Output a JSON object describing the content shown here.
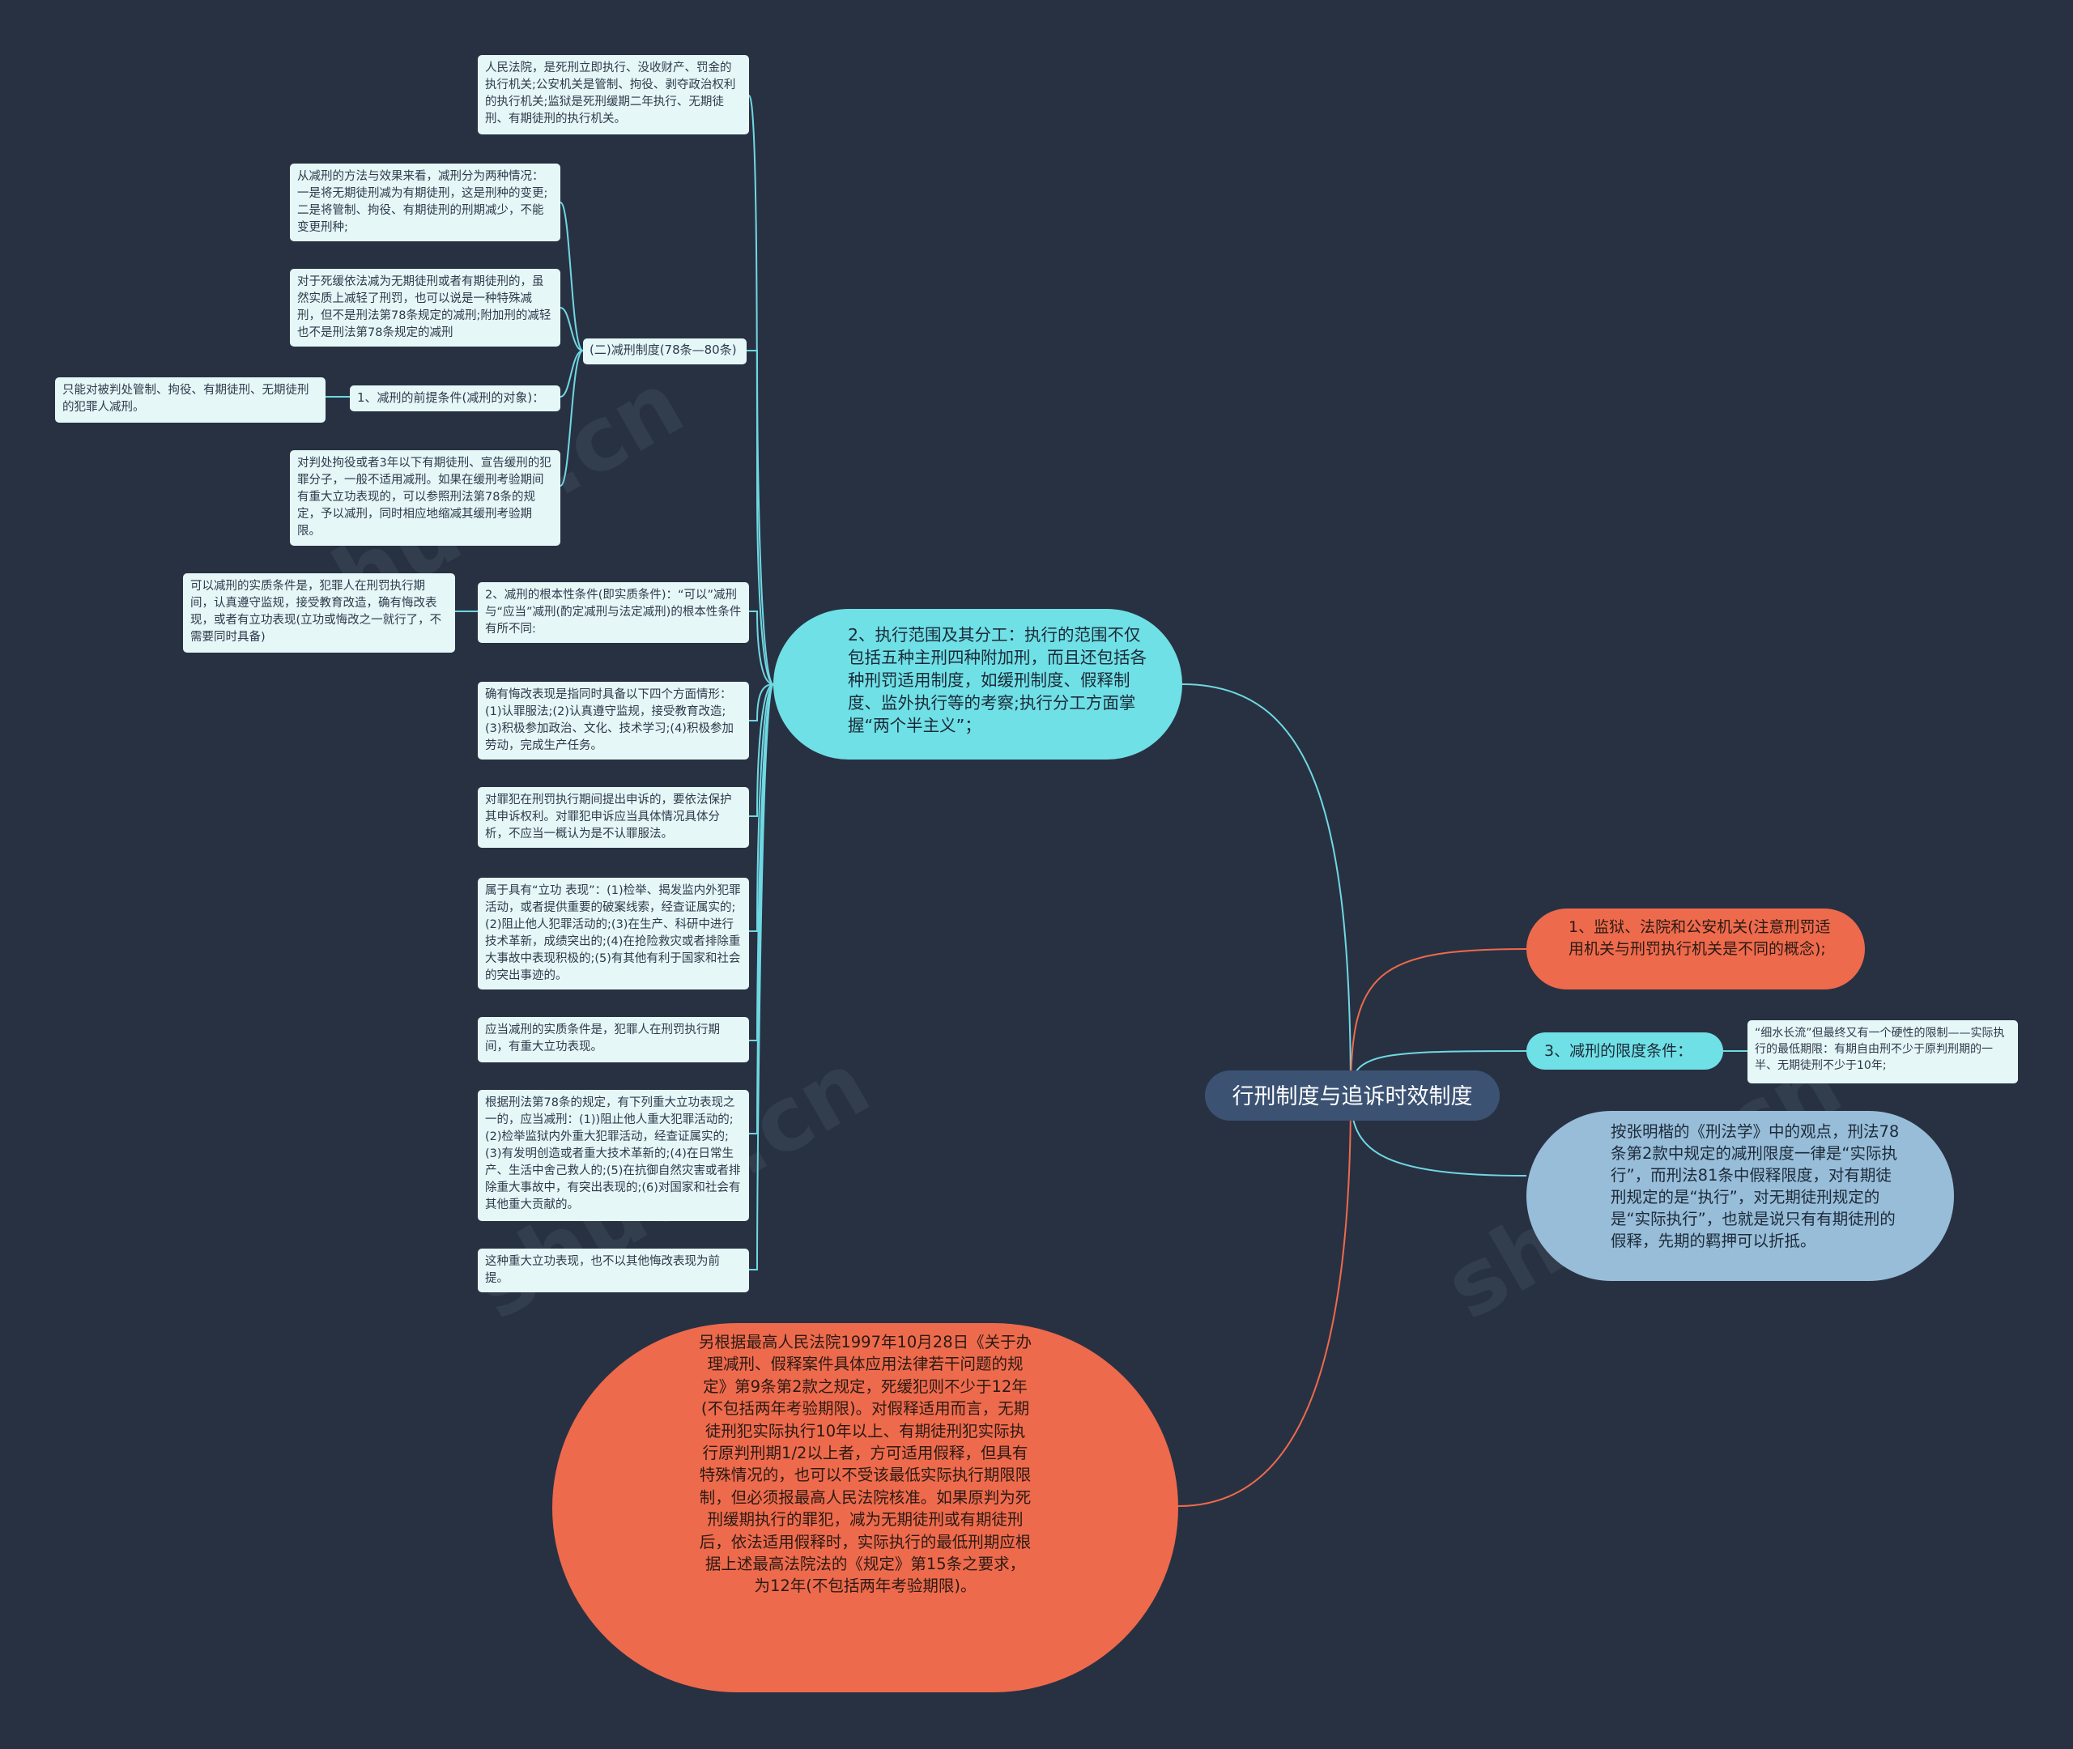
{
  "root": {
    "label": "行刑制度与追诉时效制度"
  },
  "colors": {
    "background": "#283142",
    "root": "#3b5273",
    "cyan": "#6fe0e6",
    "orange": "#ee6a4c",
    "steel_blue": "#98bdd9",
    "leaf": "#e6f7f8",
    "cyan_line": "#6fd8e2",
    "orange_line": "#ee6a4c"
  },
  "left_branch": {
    "label": "2、执行范围及其分工：执行的范围不仅包括五种主刑四种附加刑，而且还包括各种刑罚适用制度，如缓刑制度、假释制度、监外执行等的考察;执行分工方面掌握“两个半主义”；",
    "n_organs": "人民法院，是死刑立即执行、没收财产、罚金的执行机关;公安机关是管制、拘役、剥夺政治权利的执行机关;监狱是死刑缓期二年执行、无期徒刑、有期徒刑的执行机关。",
    "n_reduction": "(二)减刑制度(78条—80条)",
    "n_methods": "从减刑的方法与效果来看，减刑分为两种情况：一是将无期徒刑减为有期徒刑，这是刑种的变更;二是将管制、拘役、有期徒刑的刑期减少，不能变更刑种;",
    "n_death_reprieve": "对于死缓依法减为无期徒刑或者有期徒刑的，虽然实质上减轻了刑罚，也可以说是一种特殊减刑，但不是刑法第78条规定的减刑;附加刑的减轻也不是刑法第78条规定的减刑",
    "n_premise": "1、减刑的前提条件(减刑的对象)：",
    "n_premise_leaf": "只能对被判处管制、拘役、有期徒刑、无期徒刑的犯罪人减刑。",
    "n_probation": "对判处拘役或者3年以下有期徒刑、宣告缓刑的犯罪分子，一般不适用减刑。如果在缓刑考验期间有重大立功表现的，可以参照刑法第78条的规定，予以减刑，同时相应地缩减其缓刑考验期限。",
    "n_fundamental": "2、减刑的根本性条件(即实质条件)：“可以”减刑与“应当”减刑(酌定减刑与法定减刑)的根本性条件有所不同:",
    "n_fundamental_leaf": "可以减刑的实质条件是，犯罪人在刑罚执行期间，认真遵守监规，接受教育改造，确有悔改表现，或者有立功表现(立功或悔改之一就行了，不需要同时具备)",
    "n_repent": "确有悔改表现是指同时具备以下四个方面情形：(1)认罪服法;(2)认真遵守监规，接受教育改造;(3)积极参加政治、文化、技术学习;(4)积极参加劳动，完成生产任务。",
    "n_appeal": "对罪犯在刑罚执行期间提出申诉的，要依法保护其申诉权利。对罪犯申诉应当具体情况具体分析，不应当一概认为是不认罪服法。",
    "n_merit": "属于具有“立功 表现”：(1)检举、揭发监内外犯罪活动，或者提供重要的破案线索，经查证属实的;(2)阻止他人犯罪活动的;(3)在生产、科研中进行技术革新，成绩突出的;(4)在抢险救灾或者排除重大事故中表现积极的;(5)有其他有利于国家和社会的突出事迹的。",
    "n_shall": "应当减刑的实质条件是，犯罪人在刑罚执行期间，有重大立功表现。",
    "n_art78": "根据刑法第78条的规定，有下列重大立功表现之一的，应当减刑：(1))阻止他人重大犯罪活动的;(2)检举监狱内外重大犯罪活动，经查证属实的;(3)有发明创造或者重大技术革新的;(4)在日常生产、生活中舍己救人的;(5)在抗御自然灾害或者排除重大事故中，有突出表现的;(6)对国家和社会有其他重大贡献的。",
    "n_premise_only": "这种重大立功表现，也不以其他悔改表现为前提。"
  },
  "right_nodes": {
    "organs": "1、监狱、法院和公安机关(注意刑罚适用机关与刑罚执行机关是不同的概念);",
    "limit": "3、减刑的限度条件：",
    "limit_leaf": "“细水长流”但最终又有一个硬性的限制——实际执行的最低期限：有期自由刑不少于原判刑期的一半、无期徒刑不少于10年;",
    "zhang": "按张明楷的《刑法学》中的观点，刑法78条第2款中规定的减刑限度一律是“实际执行”，而刑法81条中假释限度，对有期徒刑规定的是“执行”，对无期徒刑规定的是“实际执行”，也就是说只有有期徒刑的假释，先期的羁押可以折抵。"
  },
  "bottom_node": "另根据最高人民法院1997年10月28日《关于办理减刑、假释案件具体应用法律若干问题的规定》第9条第2款之规定，死缓犯则不少于12年(不包括两年考验期限)。对假释适用而言，无期徒刑犯实际执行10年以上、有期徒刑犯实际执行原判刑期1/2以上者，方可适用假释，但具有特殊情况的，也可以不受该最低实际执行期限限制，但必须报最高人民法院核准。如果原判为死刑缓期执行的罪犯，减为无期徒刑或有期徒刑后，依法适用假释时，实际执行的最低刑期应根据上述最高法院法的《规定》第15条之要求，为12年(不包括两年考验期限)。"
}
